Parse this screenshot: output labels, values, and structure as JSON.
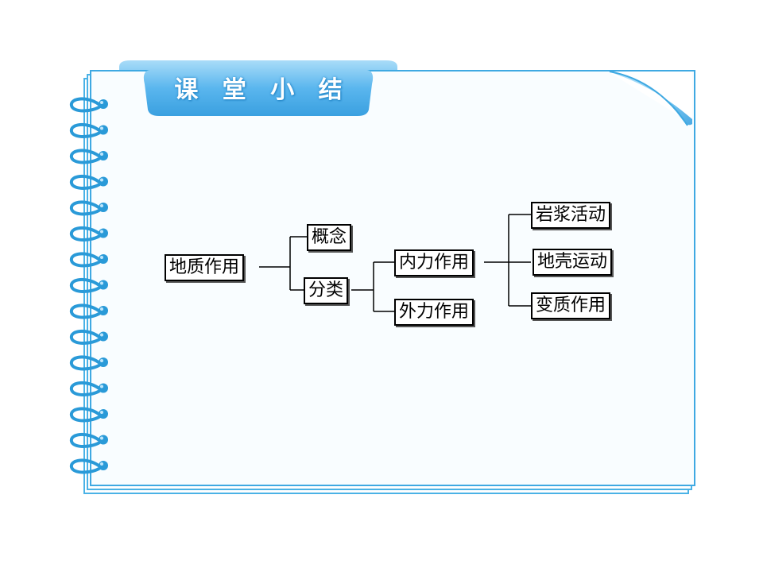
{
  "header": {
    "title": "课 堂 小 结"
  },
  "diagram": {
    "root": "地质作用",
    "concept": "概念",
    "classification": "分类",
    "internal": "内力作用",
    "external": "外力作用",
    "magmatic": "岩浆活动",
    "crustal": "地壳运动",
    "metamorphic": "变质作用"
  },
  "colors": {
    "accent": "#3fa9e2",
    "tab": "#5bb8ef",
    "ring": "#2a9ad8"
  }
}
